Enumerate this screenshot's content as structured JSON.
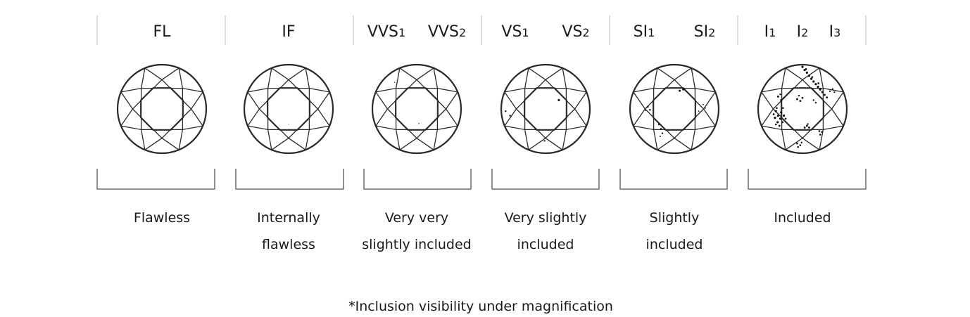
{
  "columns": [
    {
      "labels": [
        {
          "main": "FL",
          "sub": ""
        }
      ],
      "description": [
        "Flawless"
      ],
      "inclusions": []
    },
    {
      "labels": [
        {
          "main": "IF",
          "sub": ""
        }
      ],
      "description": [
        "Internally",
        "flawless"
      ],
      "inclusions": [
        [
          0.0,
          0.35,
          0.5
        ]
      ]
    },
    {
      "labels": [
        {
          "main": "VVS",
          "sub": "1"
        },
        {
          "main": "VVS",
          "sub": "2"
        }
      ],
      "description": [
        "Very very",
        "slightly included"
      ],
      "inclusions": [
        [
          -0.5,
          -0.6,
          0.7
        ],
        [
          0.05,
          0.33,
          0.7
        ]
      ]
    },
    {
      "labels": [
        {
          "main": "VS",
          "sub": "1"
        },
        {
          "main": "VS",
          "sub": "2"
        }
      ],
      "description": [
        "Very slightly",
        "included"
      ],
      "inclusions": [
        [
          -0.9,
          0.05,
          1.2
        ],
        [
          -0.8,
          0.15,
          1.2
        ],
        [
          0.3,
          -0.2,
          1.6
        ],
        [
          -0.02,
          0.72,
          1.1
        ]
      ]
    },
    {
      "labels": [
        {
          "main": "SI",
          "sub": "1"
        },
        {
          "main": "SI",
          "sub": "2"
        }
      ],
      "description": [
        "Slightly",
        "included"
      ],
      "inclusions": [
        [
          0.12,
          -0.41,
          1.5
        ],
        [
          0.2,
          -0.44,
          1.5
        ],
        [
          0.65,
          -0.1,
          0.9
        ],
        [
          0.7,
          -0.02,
          0.9
        ],
        [
          -0.35,
          0.35,
          1.2
        ],
        [
          -0.3,
          0.45,
          1.2
        ],
        [
          -0.27,
          0.55,
          1.2
        ],
        [
          -0.32,
          0.62,
          1.0
        ],
        [
          -0.6,
          -0.05,
          1.3
        ],
        [
          -0.55,
          0.02,
          1.3
        ],
        [
          -0.65,
          0.03,
          1.0
        ],
        [
          0.55,
          0.05,
          0.9
        ]
      ]
    },
    {
      "labels": [
        {
          "main": "I",
          "sub": "1"
        },
        {
          "main": "I",
          "sub": "2"
        },
        {
          "main": "I",
          "sub": "3"
        }
      ],
      "description": [
        "Included"
      ],
      "inclusions": [
        [
          0.0,
          -0.95,
          1.6
        ],
        [
          0.05,
          -0.88,
          1.6
        ],
        [
          0.1,
          -0.82,
          1.6
        ],
        [
          0.15,
          -0.75,
          1.6
        ],
        [
          0.2,
          -0.68,
          1.6
        ],
        [
          0.25,
          -0.62,
          1.6
        ],
        [
          0.3,
          -0.56,
          1.6
        ],
        [
          0.35,
          -0.5,
          1.6
        ],
        [
          0.4,
          -0.44,
          1.6
        ],
        [
          0.45,
          -0.38,
          1.6
        ],
        [
          0.5,
          -0.32,
          1.4
        ],
        [
          0.55,
          -0.26,
          1.4
        ],
        [
          0.08,
          -0.9,
          1.3
        ],
        [
          0.22,
          -0.72,
          1.3
        ],
        [
          0.36,
          -0.58,
          1.3
        ],
        [
          -0.55,
          -0.28,
          1.5
        ],
        [
          -0.48,
          -0.2,
          1.5
        ],
        [
          -0.5,
          -0.33,
          1.2
        ],
        [
          -0.42,
          -0.25,
          1.2
        ],
        [
          -0.6,
          0.05,
          1.6
        ],
        [
          -0.55,
          0.15,
          1.6
        ],
        [
          -0.62,
          0.2,
          1.6
        ],
        [
          -0.5,
          0.22,
          1.6
        ],
        [
          -0.56,
          0.3,
          1.6
        ],
        [
          -0.48,
          0.08,
          1.6
        ],
        [
          -0.42,
          0.15,
          1.6
        ],
        [
          -0.65,
          0.12,
          1.4
        ],
        [
          -0.52,
          0.38,
          1.4
        ],
        [
          -0.45,
          0.3,
          1.4
        ],
        [
          -0.6,
          0.35,
          1.3
        ],
        [
          -0.38,
          0.22,
          1.3
        ],
        [
          -0.58,
          -0.02,
          1.3
        ],
        [
          -0.44,
          -0.02,
          1.3
        ],
        [
          -0.12,
          -0.22,
          1.4
        ],
        [
          -0.05,
          -0.18,
          1.4
        ],
        [
          0.0,
          -0.25,
          1.4
        ],
        [
          -0.08,
          -0.3,
          1.2
        ],
        [
          0.1,
          0.38,
          1.4
        ],
        [
          0.15,
          0.42,
          1.4
        ],
        [
          0.05,
          0.42,
          1.4
        ],
        [
          0.12,
          0.34,
          1.2
        ],
        [
          0.38,
          0.5,
          1.3
        ],
        [
          0.44,
          0.52,
          1.3
        ],
        [
          0.4,
          0.58,
          1.3
        ],
        [
          -0.12,
          0.78,
          1.3
        ],
        [
          -0.05,
          0.82,
          1.3
        ],
        [
          -0.1,
          0.86,
          1.3
        ],
        [
          -0.02,
          0.76,
          1.2
        ],
        [
          0.68,
          -0.45,
          1.2
        ],
        [
          0.62,
          -0.4,
          1.2
        ],
        [
          0.72,
          -0.38,
          1.1
        ],
        [
          0.25,
          -0.2,
          1.2
        ],
        [
          0.3,
          -0.14,
          1.2
        ]
      ]
    }
  ],
  "footnote": "*Inclusion visibility under magnification"
}
